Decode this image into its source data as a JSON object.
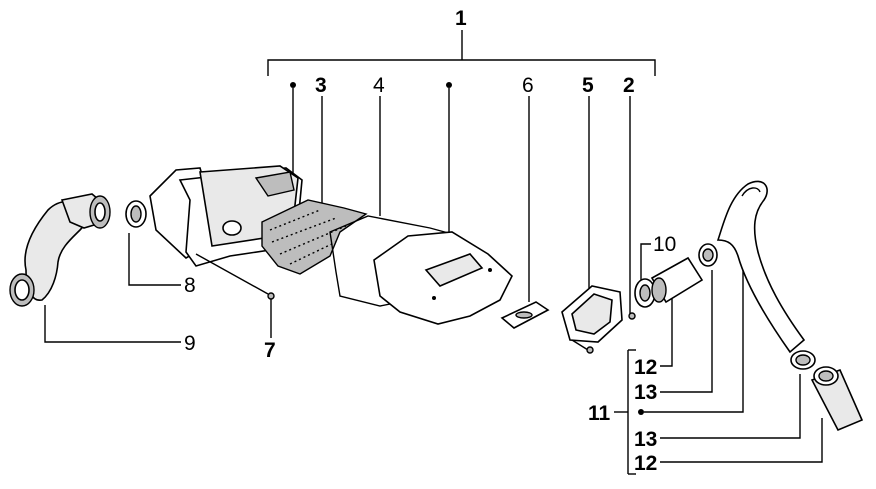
{
  "labels": {
    "l1": "1",
    "l2": "2",
    "l3": "3",
    "l4": "4",
    "l5": "5",
    "l6": "6",
    "l7": "7",
    "l8": "8",
    "l9": "9",
    "l10": "10",
    "l11": "11",
    "l12a": "12",
    "l13a": "13",
    "l13b": "13",
    "l12b": "12"
  }
}
